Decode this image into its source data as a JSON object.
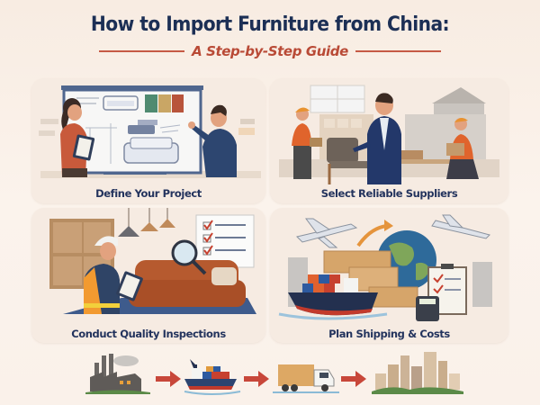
{
  "header": {
    "title": "How to Import Furniture from China:",
    "subtitle": "A Step-by-Step Guide"
  },
  "steps": [
    {
      "label": "Define Your Project",
      "illustration": "team-planning-whiteboard-icon"
    },
    {
      "label": "Select Reliable Suppliers",
      "illustration": "factory-supplier-meeting-icon"
    },
    {
      "label": "Conduct Quality Inspections",
      "illustration": "inspector-sofa-checklist-icon"
    },
    {
      "label": "Plan Shipping & Costs",
      "illustration": "cargo-ship-globe-planes-icon"
    }
  ],
  "flow": {
    "stages": [
      "factory-icon",
      "cargo-ship-icon",
      "delivery-truck-icon",
      "city-skyline-icon"
    ],
    "connector": "arrow-right-icon"
  },
  "colors": {
    "title": "#1c2f55",
    "accent": "#b94a36",
    "card_bg": "#f6ebe2",
    "page_bg": "#faf1ea",
    "arrow": "#c8473a"
  }
}
